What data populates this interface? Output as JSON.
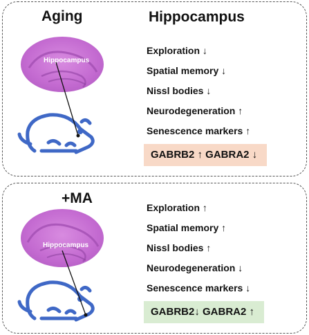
{
  "top": {
    "condition_title": "Aging",
    "region_title": "Hippocampus",
    "image_label": "Hippocampus",
    "effects": [
      "Exploration ↓",
      "Spatial memory ↓",
      "Nissl bodies ↓",
      "Neurodegeneration ↑",
      "Senescence markers ↑"
    ],
    "genes": "GABRB2 ↑ GABRA2 ↓",
    "genes_box_color": "#f8d9c7"
  },
  "bottom": {
    "condition_title": "+MA",
    "image_label": "Hippocampus",
    "effects": [
      "Exploration ↑",
      "Spatial memory ↑",
      "Nissl bodies ↑",
      "Neurodegeneration ↓",
      "Senescence markers ↓"
    ],
    "genes": "GABRB2↓ GABRA2 ↑",
    "genes_box_color": "#d9ecd2"
  },
  "colors": {
    "tissue_stain": "#c46bd1",
    "mouse_outline": "#3f68c6",
    "panel_border": "#555555"
  },
  "icons": [
    "hippocampus-section-image",
    "mouse-icon"
  ]
}
